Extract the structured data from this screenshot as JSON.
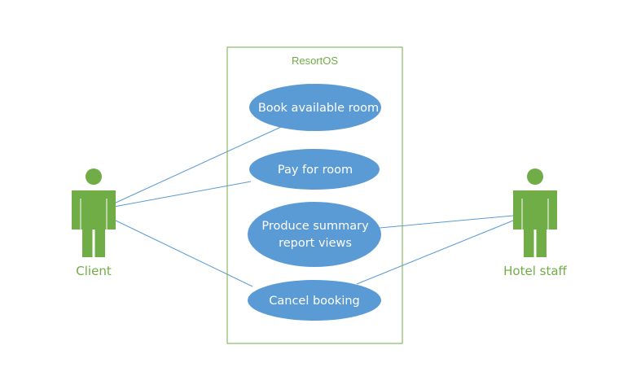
{
  "colors": {
    "system_border": "#70ad47",
    "system_title": "#70ad47",
    "usecase_fill": "#5b9bd5",
    "usecase_text": "#ffffff",
    "actor_fill": "#70ad47",
    "actor_label": "#70ad47",
    "connector": "#5b9bd5"
  },
  "system": {
    "title": "ResortOS"
  },
  "use_cases": [
    {
      "id": "book",
      "lines": [
        "Book available room"
      ]
    },
    {
      "id": "pay",
      "lines": [
        "Pay for room"
      ]
    },
    {
      "id": "report",
      "lines": [
        "Produce summary",
        "report views"
      ]
    },
    {
      "id": "cancel",
      "lines": [
        "Cancel booking"
      ]
    }
  ],
  "actors": [
    {
      "id": "client",
      "label": "Client",
      "icon": "person-icon"
    },
    {
      "id": "staff",
      "label": "Hotel staff",
      "icon": "person-icon"
    }
  ],
  "associations": [
    {
      "from": "client",
      "to": "book"
    },
    {
      "from": "client",
      "to": "pay"
    },
    {
      "from": "client",
      "to": "cancel"
    },
    {
      "from": "staff",
      "to": "report"
    },
    {
      "from": "staff",
      "to": "cancel"
    }
  ]
}
